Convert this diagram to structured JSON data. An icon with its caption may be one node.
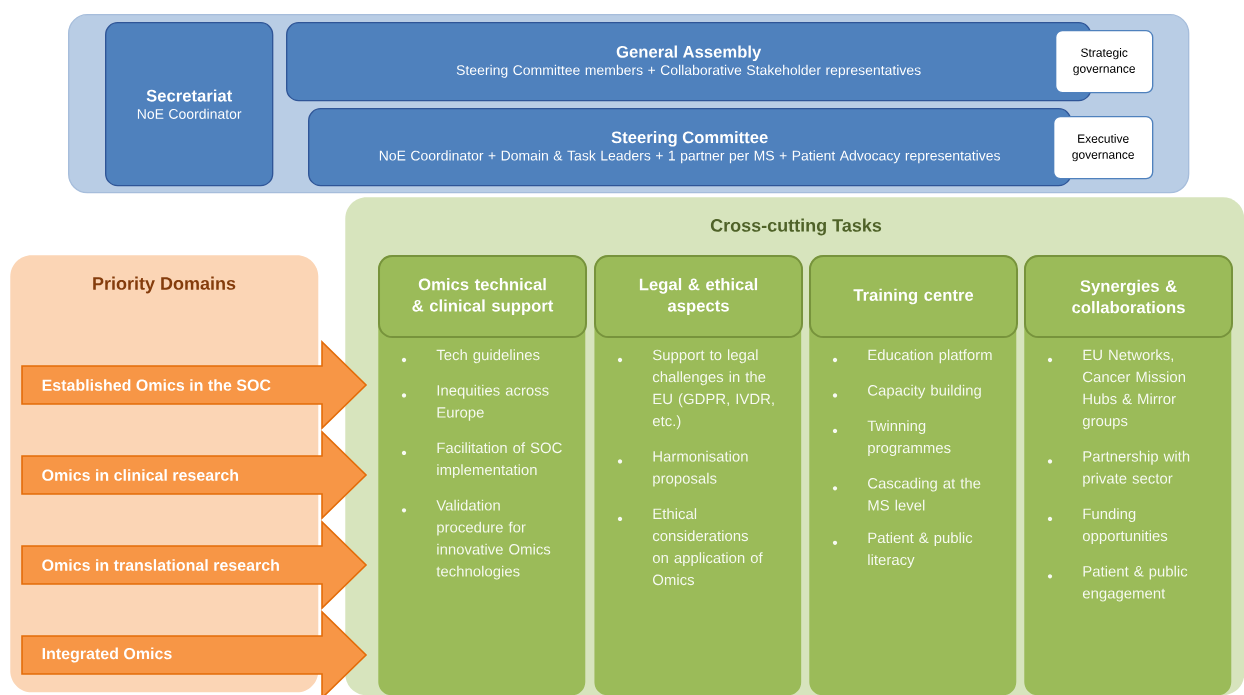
{
  "diagram": {
    "nodes": [
      {
        "text": [],
        "shape": "box"
      },
      {
        "text": [
          "Secretariat",
          "NoE Coordinator"
        ],
        "in": 0
      },
      {
        "text": [
          "General Assembly",
          "Steering Committee members + Collaborative Stakeholder representatives"
        ],
        "in": 0
      },
      {
        "text": [
          "Strategic governance"
        ],
        "in": 0
      },
      {
        "text": [
          "Steering Committee",
          "NoE Coordinator + Domain & Task Leaders + 1 partner per MS + Patient Advocacy representatives"
        ],
        "in": 0
      },
      {
        "text": [
          "Executive governance"
        ],
        "in": 0
      },
      {
        "text": [
          "Priority Domains"
        ]
      },
      {
        "text": [
          "Cross-cutting Tasks"
        ]
      },
      {
        "text": [
          "Omics technical & clinical support",
          "Tech guidelines",
          "Inequities across Europe",
          "Facilitation of SOC implementation",
          "Validation procedure for innovative Omics technologies"
        ],
        "in": 7
      },
      {
        "text": [
          "Legal & ethical aspects",
          "Support to legal challenges in the EU (GDPR, IVDR, etc.)",
          "Harmonisation proposals",
          "Ethical considerations on application of Omics"
        ],
        "in": 7
      },
      {
        "text": [
          "Training centre",
          "Education platform",
          "Capacity building",
          "Twinning programmes",
          "Cascading at the MS level",
          "Patient & public literacy"
        ],
        "in": 7
      },
      {
        "text": [
          "Synergies & collaborations",
          "EU Networks, Cancer Mission Hubs & Mirror groups",
          "Partnership with private sector",
          "Funding opportunities",
          "Patient & public engagement"
        ],
        "in": 7
      }
    ],
    "edges": [
      {
        "from": 6,
        "to": 7,
        "arrow": "to",
        "label": "Established Omics in the SOC"
      },
      {
        "from": 6,
        "to": 7,
        "arrow": "to",
        "label": "Omics in clinical research"
      },
      {
        "from": 6,
        "to": 7,
        "arrow": "to",
        "label": "Omics in translational research"
      },
      {
        "from": 6,
        "to": 7,
        "arrow": "to",
        "label": "Integrated Omics"
      }
    ]
  }
}
